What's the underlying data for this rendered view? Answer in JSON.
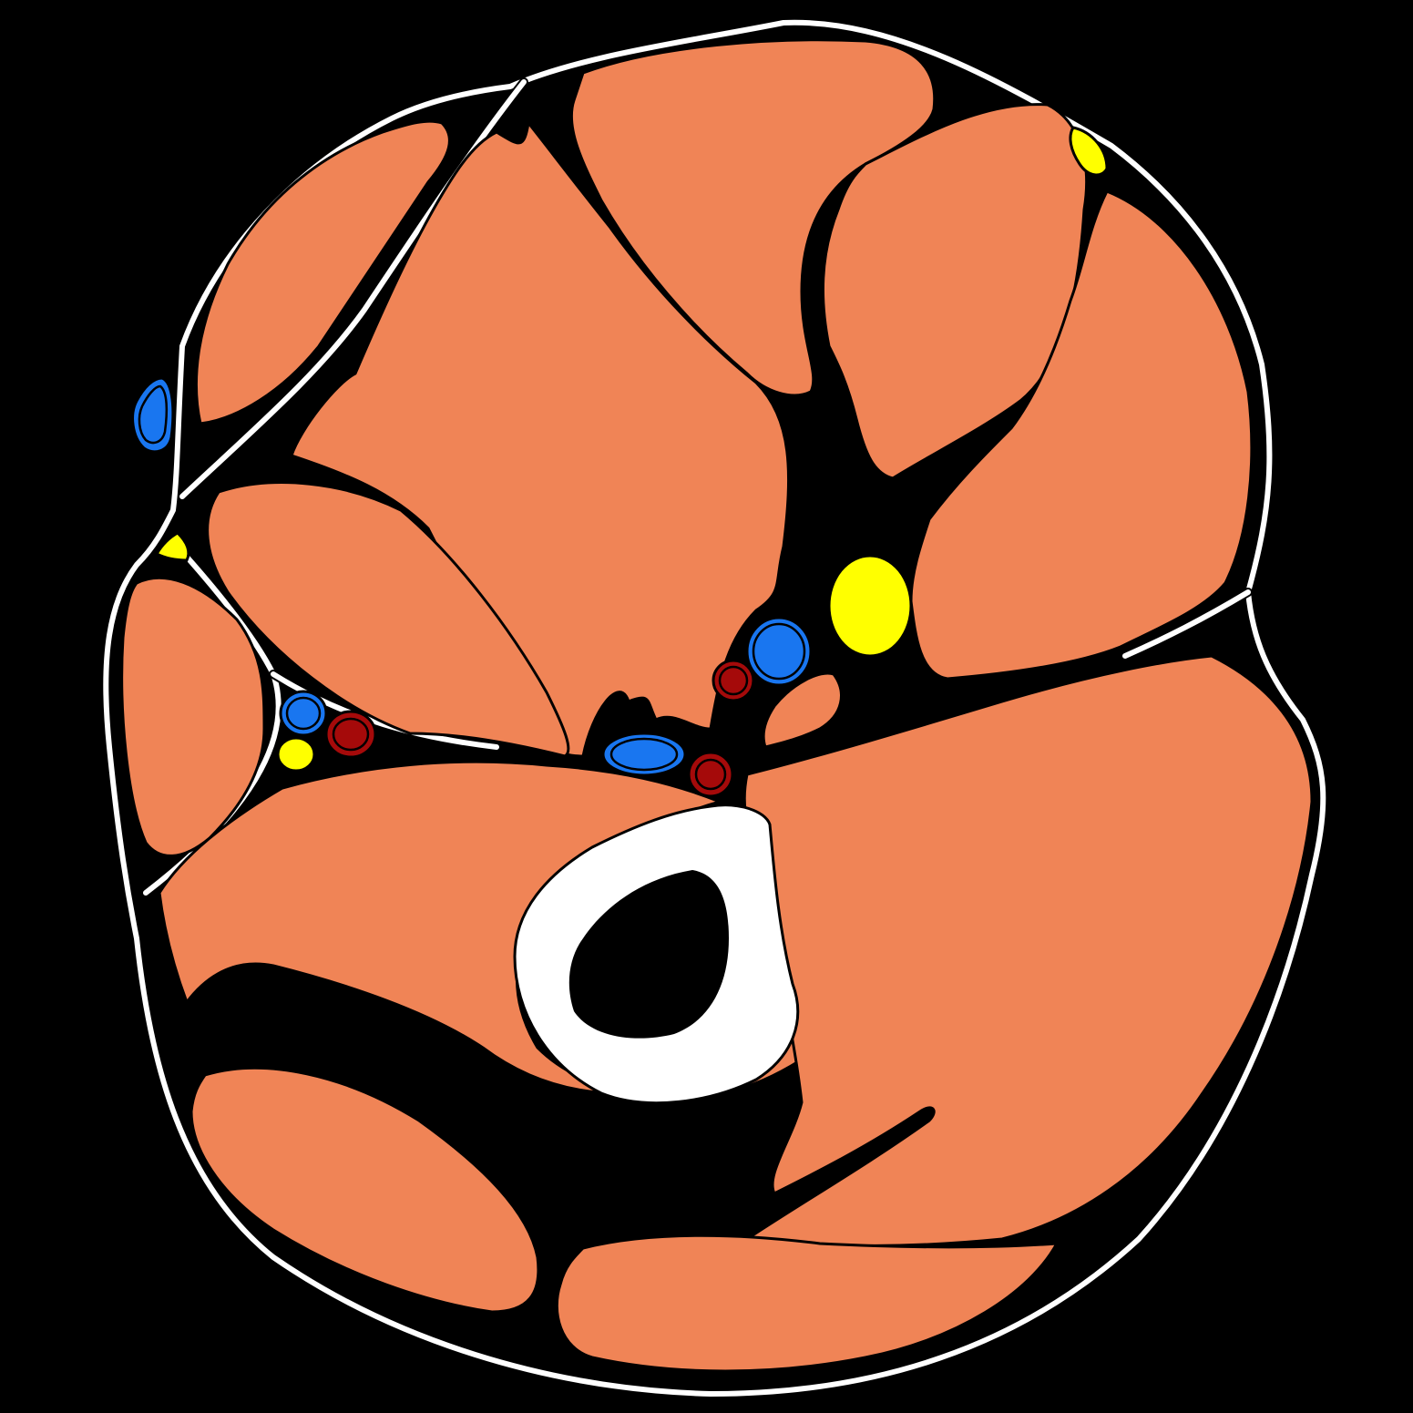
{
  "diagram": {
    "colors": {
      "background": "#000000",
      "fat": "#FBF3A0",
      "muscle": "#F08456",
      "fascia": "#FFFFFF",
      "outline": "#000000",
      "vein": "#1976F0",
      "artery": "#A50A0A",
      "nerve": "#FFFF00",
      "bone_cortex": "#FFFFFF",
      "marrow": "#000000"
    },
    "structures": [
      {
        "kind": "muscle",
        "name": "anterior-muscle-large"
      },
      {
        "kind": "muscle",
        "name": "anterior-muscle-top"
      },
      {
        "kind": "muscle",
        "name": "anterior-muscle-right"
      },
      {
        "kind": "muscle",
        "name": "lateral-muscle-upper-left"
      },
      {
        "kind": "muscle",
        "name": "medial-muscle-middle"
      },
      {
        "kind": "muscle",
        "name": "lateral-muscle-left"
      },
      {
        "kind": "muscle",
        "name": "posterior-muscle-large"
      },
      {
        "kind": "muscle",
        "name": "posterior-muscle-lower-left"
      },
      {
        "kind": "muscle",
        "name": "posterior-muscle-bottom"
      },
      {
        "kind": "muscle",
        "name": "right-muscle-lower"
      },
      {
        "kind": "vein",
        "name": "vein-central-upper"
      },
      {
        "kind": "vein",
        "name": "vein-central-lower"
      },
      {
        "kind": "vein",
        "name": "vein-left"
      },
      {
        "kind": "vein",
        "name": "vein-superficial-left"
      },
      {
        "kind": "artery",
        "name": "artery-central-upper"
      },
      {
        "kind": "artery",
        "name": "artery-central-lower"
      },
      {
        "kind": "artery",
        "name": "artery-left"
      },
      {
        "kind": "nerve",
        "name": "nerve-central"
      },
      {
        "kind": "nerve",
        "name": "nerve-left"
      },
      {
        "kind": "nerve",
        "name": "nerve-top-right"
      },
      {
        "kind": "nerve",
        "name": "nerve-left-small"
      },
      {
        "kind": "bone",
        "name": "bone-cortex"
      },
      {
        "kind": "marrow",
        "name": "bone-marrow-cavity"
      }
    ]
  }
}
